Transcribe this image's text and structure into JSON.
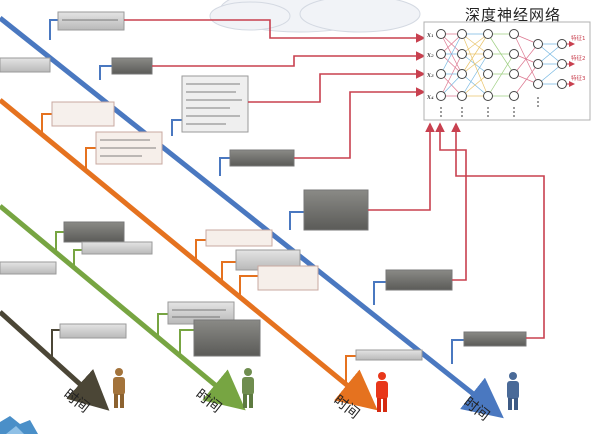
{
  "network": {
    "title": "深度神经网络",
    "input_labels": [
      "x₁",
      "x₂",
      "x₃",
      "x₄"
    ],
    "output_labels": [
      "特征1",
      "特征2",
      "特征3"
    ]
  },
  "timelines": [
    {
      "name": "blue",
      "color": "#4a78c0",
      "label": "时间",
      "person_color": "#4a6a98"
    },
    {
      "name": "orange",
      "color": "#e5721f",
      "label": "时间",
      "person_color": "#e8371a"
    },
    {
      "name": "green",
      "color": "#77a542",
      "label": "时间",
      "person_color": "#6f8d4f"
    },
    {
      "name": "dark",
      "color": "#4b4636",
      "label": "时间",
      "person_color": "#a3733b"
    }
  ],
  "colors": {
    "connector": "#c8404f",
    "document": "#d8d8d8",
    "cloud": "#f1f3f7"
  }
}
